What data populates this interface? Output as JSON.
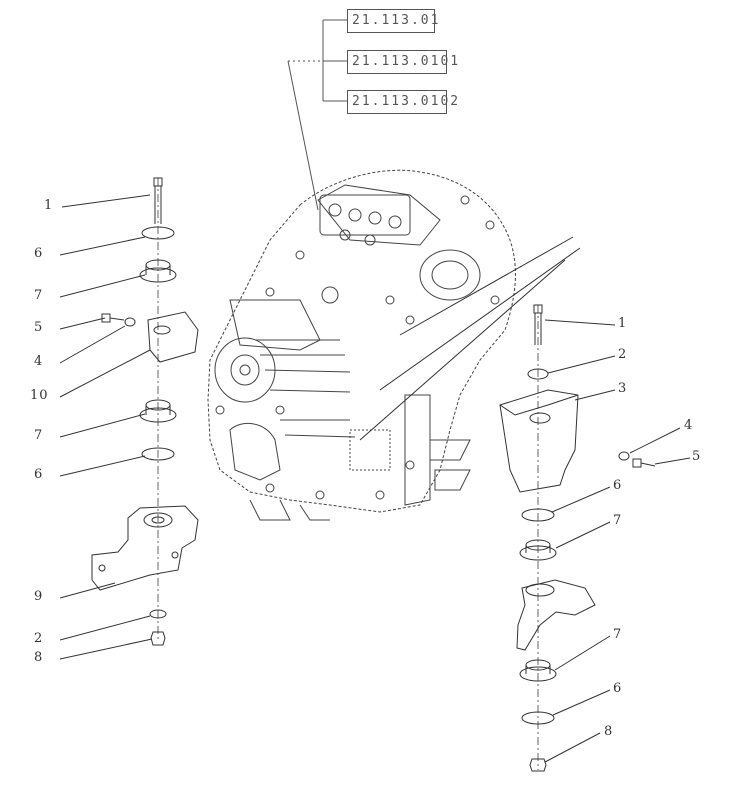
{
  "references": [
    "21.113.01",
    "21.113.0101",
    "21.113.0102"
  ],
  "callouts_left": [
    "1",
    "6",
    "7",
    "5",
    "4",
    "10",
    "7",
    "6",
    "9",
    "2",
    "8"
  ],
  "callouts_right": [
    "1",
    "2",
    "3",
    "4",
    "5",
    "6",
    "7",
    "7",
    "6",
    "8"
  ],
  "colors": {
    "line": "#333333",
    "dash": "#666666",
    "box": "#555555"
  }
}
